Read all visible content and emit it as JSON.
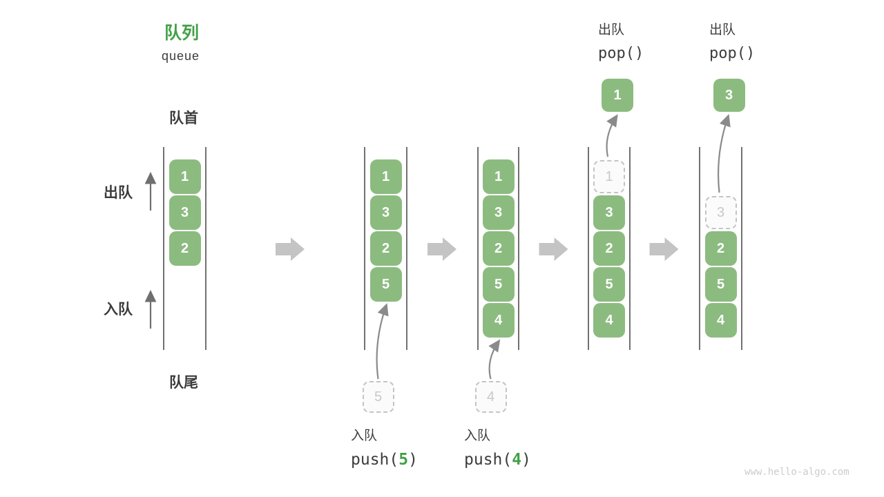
{
  "title": {
    "zh": "队列",
    "en": "queue"
  },
  "labels": {
    "front": "队首",
    "rear": "队尾",
    "dequeue": "出队",
    "enqueue": "入队"
  },
  "watermark": "www.hello-algo.com",
  "colors": {
    "box_green": "#8cbb80",
    "title_green": "#43a047",
    "arg_green": "#43a047",
    "text_dark": "#3c3c3c",
    "wall_line": "#4d4d4d",
    "block_arrow": "#c4c4c4",
    "curve_arrow": "#8a8a8a",
    "side_arrow": "#6f6f6f",
    "dashed_border": "#c4c4c4",
    "dashed_text": "#c8c8c8",
    "watermark_gray": "#cccccc"
  },
  "stages": [
    {
      "name": "initial",
      "boxes": [
        {
          "value": "1",
          "slot": 0
        },
        {
          "value": "3",
          "slot": 1
        },
        {
          "value": "2",
          "slot": 2
        }
      ]
    },
    {
      "name": "after-push-5",
      "boxes": [
        {
          "value": "1",
          "slot": 0
        },
        {
          "value": "3",
          "slot": 1
        },
        {
          "value": "2",
          "slot": 2
        },
        {
          "value": "5",
          "slot": 3
        }
      ],
      "incoming": "5",
      "op": {
        "label": "入队",
        "code_prefix": "push(",
        "code_arg": "5",
        "code_suffix": ")"
      }
    },
    {
      "name": "after-push-4",
      "boxes": [
        {
          "value": "1",
          "slot": 0
        },
        {
          "value": "3",
          "slot": 1
        },
        {
          "value": "2",
          "slot": 2
        },
        {
          "value": "5",
          "slot": 3
        },
        {
          "value": "4",
          "slot": 4
        }
      ],
      "incoming": "4",
      "op": {
        "label": "入队",
        "code_prefix": "push(",
        "code_arg": "4",
        "code_suffix": ")"
      }
    },
    {
      "name": "after-pop-1",
      "boxes": [
        {
          "value": "1",
          "slot": 0,
          "dashed": true
        },
        {
          "value": "3",
          "slot": 1
        },
        {
          "value": "2",
          "slot": 2
        },
        {
          "value": "5",
          "slot": 3
        },
        {
          "value": "4",
          "slot": 4
        }
      ],
      "outgoing": "1",
      "op": {
        "label": "出队",
        "code": "pop()"
      }
    },
    {
      "name": "after-pop-3",
      "boxes": [
        {
          "value": "3",
          "slot": 1,
          "dashed": true
        },
        {
          "value": "2",
          "slot": 2
        },
        {
          "value": "5",
          "slot": 3
        },
        {
          "value": "4",
          "slot": 4
        }
      ],
      "outgoing": "3",
      "op": {
        "label": "出队",
        "code": "pop()"
      }
    }
  ]
}
